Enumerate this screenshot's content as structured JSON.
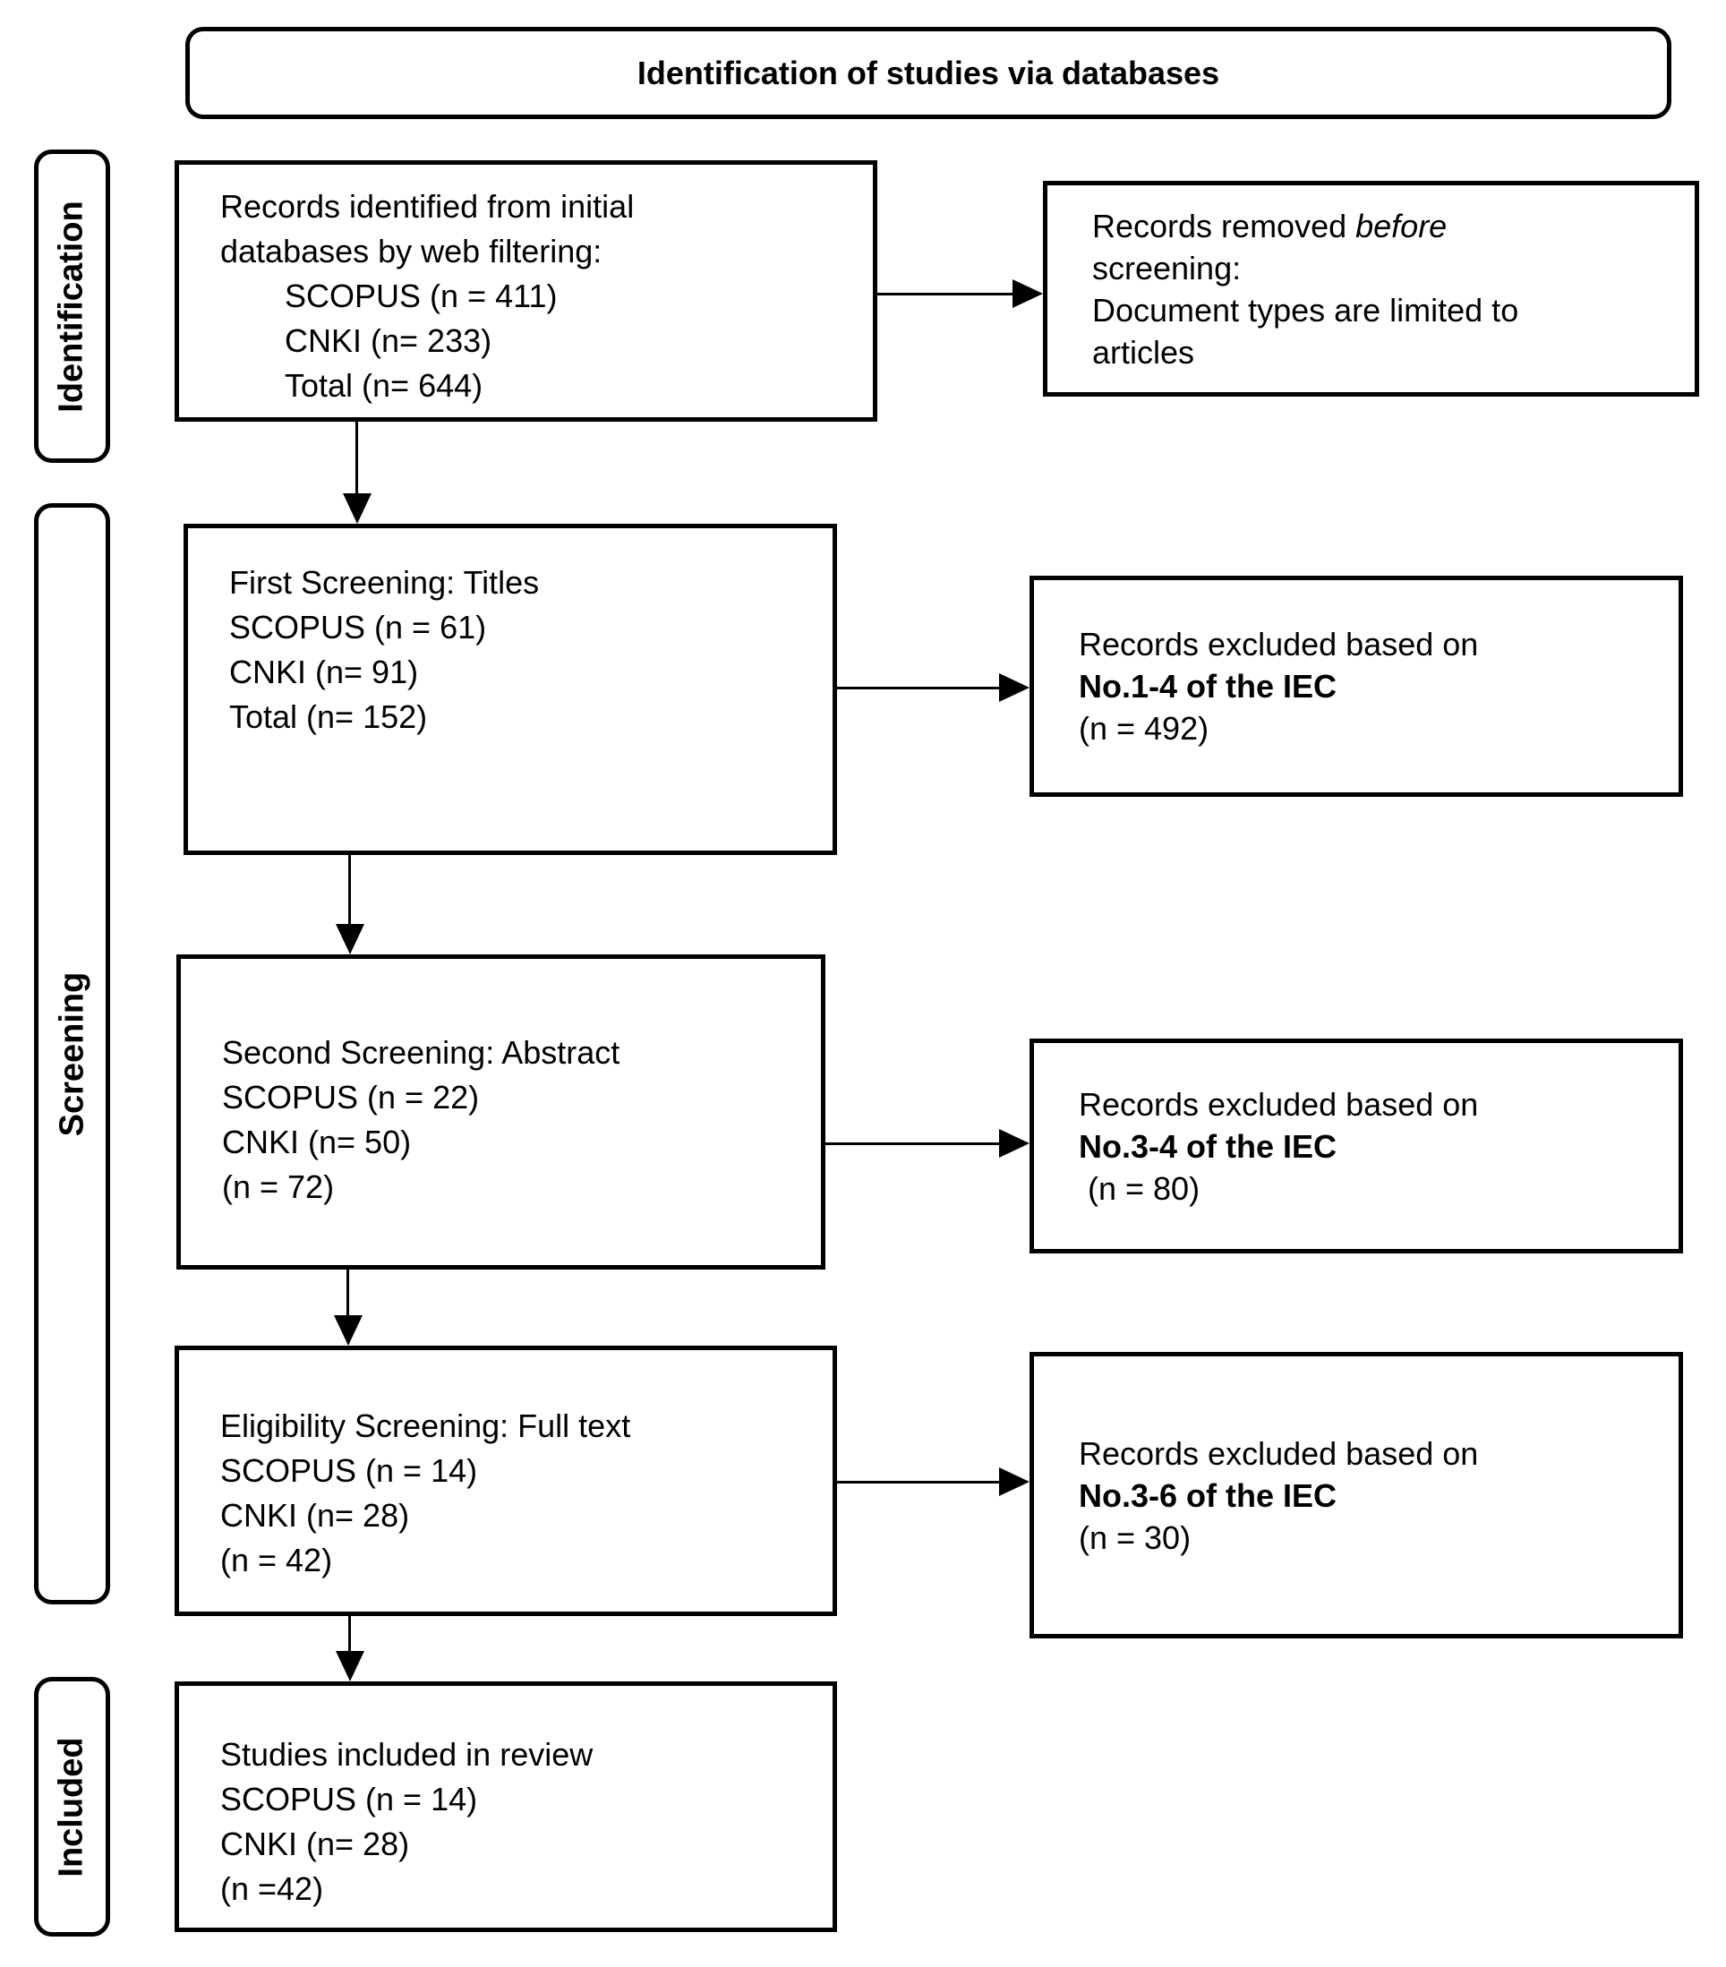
{
  "header": {
    "title": "Identification of studies via databases"
  },
  "stages": {
    "identification": "Identification",
    "screening": "Screening",
    "included": "Included"
  },
  "flow": {
    "box1": {
      "lines": [
        "Records identified from initial",
        "databases by web filtering:"
      ],
      "indented": [
        "SCOPUS (n = 411)",
        "CNKI (n= 233)",
        "Total (n= 644)"
      ]
    },
    "box2": {
      "lines": [
        "First Screening: Titles",
        "SCOPUS (n = 61)",
        "CNKI (n= 91)",
        "Total (n= 152)"
      ]
    },
    "box3": {
      "lines": [
        "Second Screening: Abstract",
        "SCOPUS (n = 22)",
        "CNKI (n= 50)",
        "(n = 72)"
      ]
    },
    "box4": {
      "lines": [
        "Eligibility Screening: Full text",
        "SCOPUS (n = 14)",
        "CNKI (n= 28)",
        "(n = 42)"
      ]
    },
    "box5": {
      "lines": [
        "Studies included in review",
        "SCOPUS (n = 14)",
        "CNKI (n= 28)",
        "(n =42)"
      ]
    }
  },
  "exclusions": {
    "box1": {
      "line1_prefix": "Records removed ",
      "line1_italic": "before",
      "line2": "screening:",
      "line3": "Document types are limited to",
      "line4": "articles"
    },
    "box2": {
      "line1": "Records excluded based on",
      "line2_bold": "No.1-4 of the IEC",
      "line3": "(n = 492)"
    },
    "box3": {
      "line1": "Records excluded based on",
      "line2_bold": "No.3-4 of the IEC",
      "line3": " (n = 80)"
    },
    "box4": {
      "line1": "Records excluded based on",
      "line2_bold": "No.3-6 of the IEC",
      "line3": "(n = 30)"
    }
  }
}
